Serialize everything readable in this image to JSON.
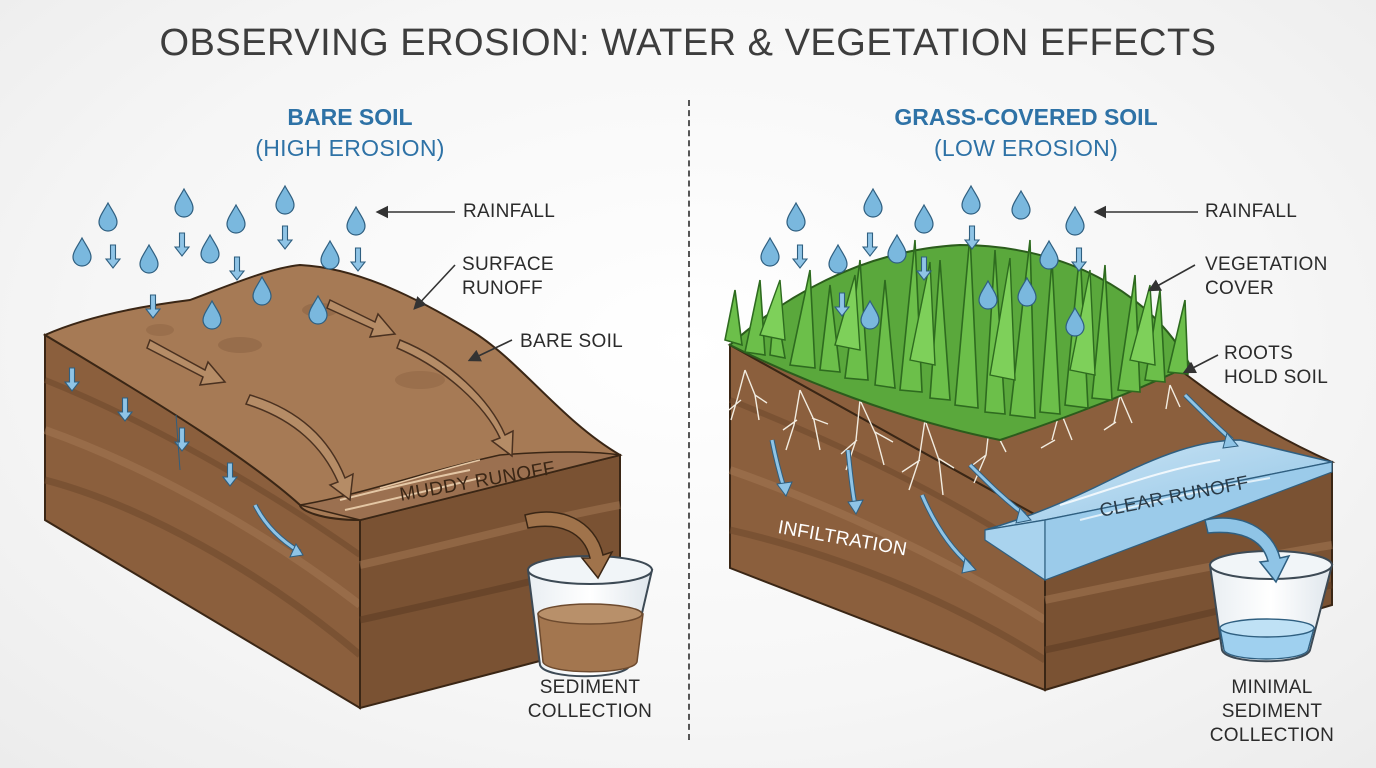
{
  "title": "OBSERVING EROSION: WATER & VEGETATION EFFECTS",
  "left_panel": {
    "heading": "BARE SOIL",
    "subheading": "(HIGH EROSION)",
    "labels": {
      "rainfall": "RAINFALL",
      "surface_runoff": "SURFACE\nRUNOFF",
      "bare_soil": "BARE SOIL",
      "muddy_runoff": "MUDDY RUNOFF",
      "sediment_collection": "SEDIMENT\nCOLLECTION"
    }
  },
  "right_panel": {
    "heading": "GRASS-COVERED SOIL",
    "subheading": "(LOW EROSION)",
    "labels": {
      "rainfall": "RAINFALL",
      "vegetation_cover": "VEGETATION\nCOVER",
      "roots_hold_soil": "ROOTS\nHOLD SOIL",
      "infiltration": "INFILTRATION",
      "clear_runoff": "CLEAR RUNOFF",
      "minimal_sediment_collection": "MINIMAL\nSEDIMENT\nCOLLECTION"
    }
  },
  "colors": {
    "heading_blue": "#2e72a6",
    "soil_top": "#a47a55",
    "soil_side": "#8a5f3c",
    "grass": "#5aa83c",
    "water": "#8fc4e6",
    "raindrop": "#7ab8de"
  }
}
